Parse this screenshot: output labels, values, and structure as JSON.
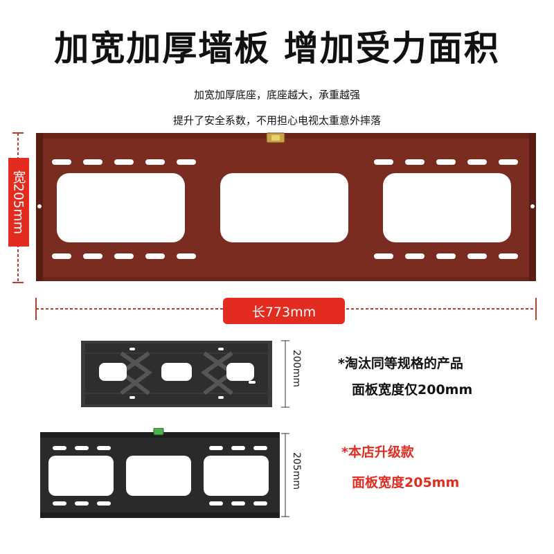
{
  "headline": "加宽加厚墙板 增加受力面积",
  "subline_1": "加宽加厚底座，底座越大，承重越强",
  "subline_2": "提升了安全系数，不用担心电视太重意外摔落",
  "width_label": "宽205mm",
  "length_label": "长773mm",
  "old_panel": {
    "dimension": "200mm",
    "line_1": "*淘汰同等规格的产品",
    "line_2": "面板宽度仅200mm"
  },
  "new_panel": {
    "dimension": "205mm",
    "line_1": "*本店升级款",
    "line_2": "面板宽度205mm"
  },
  "colors": {
    "accent_red": "#e32b1f",
    "plate_brown": "#7a2c20",
    "plate_black": "#2a2a2a"
  }
}
